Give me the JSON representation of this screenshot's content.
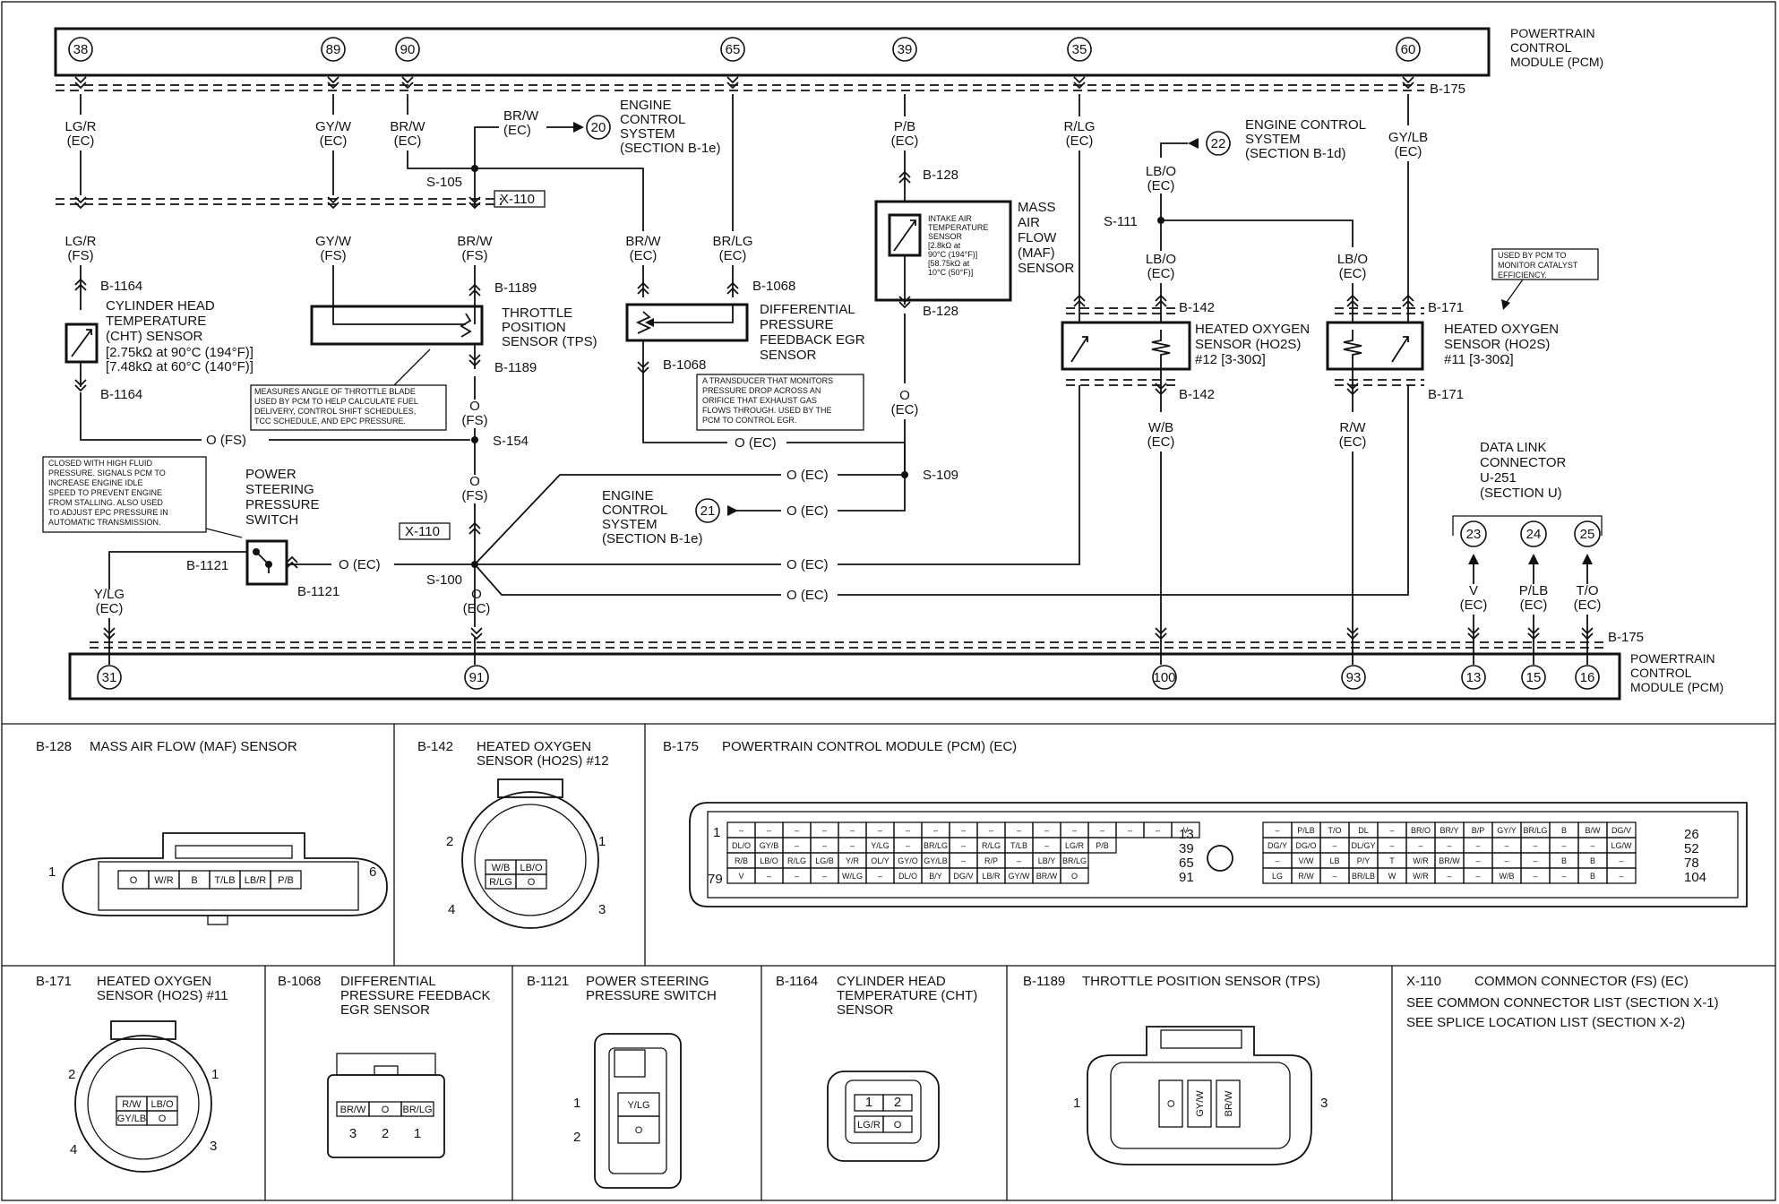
{
  "pcm_top": {
    "label": "POWERTRAIN CONTROL MODULE (PCM)",
    "pins": [
      "38",
      "89",
      "90",
      "65",
      "39",
      "35",
      "60"
    ],
    "connector": "B-175"
  },
  "pcm_bottom": {
    "label": "POWERTRAIN CONTROL MODULE (PCM)",
    "pins": [
      "31",
      "91",
      "100",
      "93",
      "13",
      "15",
      "16"
    ],
    "connector": "B-175"
  },
  "wires": {
    "lg_r_ec": "LG/R (EC)",
    "lg_r_fs": "LG/R (FS)",
    "gy_w_ec": "GY/W (EC)",
    "gy_w_fs": "GY/W (FS)",
    "br_w_ec": "BR/W (EC)",
    "br_w_fs": "BR/W (FS)",
    "br_w_ec2": "BR/W (EC)",
    "br_w_ec3": "BR/W (EC)",
    "br_lg_ec": "BR/LG (EC)",
    "p_b_ec": "P/B (EC)",
    "r_lg_ec": "R/LG (EC)",
    "gy_lb_ec": "GY/LB (EC)",
    "lb_o_ec1": "LB/O (EC)",
    "lb_o_ec2": "LB/O (EC)",
    "lb_o_ec3": "LB/O (EC)",
    "w_b_ec": "W/B (EC)",
    "r_w_ec": "R/W (EC)",
    "o_fs1": "O (FS)",
    "o_fs2": "O (FS)",
    "o_fs3": "O (FS)",
    "o_ec_egr": "O (EC)",
    "o_ec_1": "O (EC)",
    "o_ec_2": "O (EC)",
    "o_ec_3": "O (EC)",
    "o_ec_4": "O (EC)",
    "o_ec_psps": "O (EC)",
    "o_ec_maf": "O (EC)",
    "o_ec_bot": "O (EC)",
    "y_lg_ec": "Y/LG (EC)",
    "v_ec": "V (EC)",
    "p_lb_ec": "P/LB (EC)",
    "t_o_ec": "T/O (EC)"
  },
  "splices": {
    "s105": "S-105",
    "s111": "S-111",
    "s154": "S-154",
    "s109": "S-109",
    "s100": "S-100"
  },
  "connectors": {
    "x110a": "X-110",
    "x110b": "X-110",
    "b128a": "B-128",
    "b128b": "B-128",
    "b1164a": "B-1164",
    "b1164b": "B-1164",
    "b1189a": "B-1189",
    "b1189b": "B-1189",
    "b1068a": "B-1068",
    "b1068b": "B-1068",
    "b142a": "B-142",
    "b142b": "B-142",
    "b171a": "B-171",
    "b171b": "B-171",
    "b1121a": "B-1121",
    "b1121b": "B-1121"
  },
  "references": {
    "r20": {
      "num": "20",
      "text": [
        "ENGINE",
        "CONTROL",
        "SYSTEM",
        "(SECTION B-1e)"
      ]
    },
    "r22": {
      "num": "22",
      "text": [
        "ENGINE CONTROL",
        "SYSTEM",
        "(SECTION B-1d)"
      ]
    },
    "r21": {
      "num": "21",
      "text": [
        "ENGINE",
        "CONTROL",
        "SYSTEM",
        "(SECTION B-1e)"
      ]
    }
  },
  "components": {
    "cht": [
      "CYLINDER HEAD",
      "TEMPERATURE",
      "(CHT) SENSOR",
      "[2.75kΩ at 90°C (194°F)]",
      "[7.48kΩ at 60°C (140°F)]"
    ],
    "tps": [
      "THROTTLE",
      "POSITION",
      "SENSOR (TPS)"
    ],
    "egr": [
      "DIFFERENTIAL",
      "PRESSURE",
      "FEEDBACK EGR",
      "SENSOR"
    ],
    "maf": [
      "MASS",
      "AIR",
      "FLOW",
      "(MAF)",
      "SENSOR"
    ],
    "iat": [
      "INTAKE AIR",
      "TEMPERATURE",
      "SENSOR",
      "[2.8kΩ at",
      "90°C (194°F)]",
      "[58.75kΩ at",
      "10°C (50°F)]"
    ],
    "ho2s12": [
      "HEATED OXYGEN",
      "SENSOR (HO2S)",
      "#12 [3-30Ω]"
    ],
    "ho2s11": [
      "HEATED OXYGEN",
      "SENSOR (HO2S)",
      "#11 [3-30Ω]"
    ],
    "psps": [
      "POWER",
      "STEERING",
      "PRESSURE",
      "SWITCH"
    ],
    "dlc": [
      "DATA LINK",
      "CONNECTOR",
      "U-251",
      "(SECTION U)"
    ],
    "dlc_pins": [
      "23",
      "24",
      "25"
    ]
  },
  "notes": {
    "tps": [
      "MEASURES ANGLE OF THROTTLE BLADE",
      "USED BY PCM TO HELP CALCULATE FUEL",
      "DELIVERY, CONTROL SHIFT SCHEDULES,",
      "TCC SCHEDULE, AND EPC PRESSURE."
    ],
    "egr": [
      "A TRANSDUCER THAT MONITORS",
      "PRESSURE DROP ACROSS AN",
      "ORIFICE THAT EXHAUST GAS",
      "FLOWS THROUGH. USED BY THE",
      "PCM TO CONTROL EGR."
    ],
    "ho2s11": [
      "USED BY PCM TO",
      "MONITOR CATALYST",
      "EFFICIENCY."
    ],
    "psps": [
      "CLOSED WITH HIGH FLUID",
      "PRESSURE. SIGNALS PCM TO",
      "INCREASE ENGINE IDLE",
      "SPEED TO PREVENT ENGINE",
      "FROM STALLING. ALSO USED",
      "TO ADJUST EPC PRESSURE IN",
      "AUTOMATIC TRANSMISSION."
    ]
  },
  "panels": {
    "b128": {
      "id": "B-128",
      "title": "MASS AIR FLOW (MAF) SENSOR",
      "pins": [
        "O",
        "W/R",
        "B",
        "T/LB",
        "LB/R",
        "P/B"
      ],
      "left": "1",
      "right": "6"
    },
    "b142": {
      "id": "B-142",
      "title": [
        "HEATED OXYGEN",
        "SENSOR (HO2S) #12"
      ],
      "cells": [
        "W/B",
        "LB/O",
        "R/LG",
        "O"
      ],
      "nums": [
        "2",
        "1",
        "4",
        "3"
      ]
    },
    "b175": {
      "id": "B-175",
      "title": "POWERTRAIN CONTROL MODULE (PCM) (EC)",
      "left_rows": [
        [
          "–",
          "–",
          "–",
          "–",
          "–",
          "–",
          "–",
          "–",
          "–",
          "–",
          "–",
          "–",
          "–",
          "–",
          "–",
          "–",
          "V"
        ],
        [
          "DL/O",
          "GY/B",
          "–",
          "–",
          "–",
          "Y/LG",
          "–",
          "BR/LG",
          "–",
          "R/LG",
          "T/LB",
          "–",
          "LG/R",
          "P/B"
        ],
        [
          "R/B",
          "LB/O",
          "R/LG",
          "LG/B",
          "Y/R",
          "OL/Y",
          "GY/O",
          "GY/LB",
          "–",
          "R/P",
          "–",
          "LB/Y",
          "BR/LG"
        ],
        [
          "V",
          "–",
          "–",
          "–",
          "W/LG",
          "–",
          "DL/O",
          "B/Y",
          "DG/V",
          "LB/R",
          "GY/W",
          "BR/W",
          "O"
        ]
      ],
      "right_rows": [
        [
          "–",
          "P/LB",
          "T/O",
          "DL",
          "–",
          "BR/O",
          "BR/Y",
          "B/P",
          "GY/Y",
          "BR/LG",
          "B",
          "B/W",
          "DG/V"
        ],
        [
          "DG/Y",
          "DG/O",
          "–",
          "DL/GY",
          "–",
          "–",
          "–",
          "–",
          "–",
          "–",
          "–",
          "–",
          "LG/W"
        ],
        [
          "–",
          "V/W",
          "LB",
          "P/Y",
          "T",
          "W/R",
          "BR/W",
          "–",
          "–",
          "–",
          "B",
          "B",
          "–"
        ],
        [
          "LG",
          "R/W",
          "–",
          "BR/LB",
          "W",
          "W/R",
          "–",
          "–",
          "W/B",
          "–",
          "–",
          "B",
          "–"
        ]
      ],
      "left_nums": [
        "1",
        "79"
      ],
      "mid_nums": [
        "13",
        "39",
        "65",
        "91"
      ],
      "right_nums": [
        "26",
        "52",
        "78",
        "104"
      ]
    },
    "b171": {
      "id": "B-171",
      "title": [
        "HEATED OXYGEN",
        "SENSOR (HO2S) #11"
      ],
      "cells": [
        "R/W",
        "LB/O",
        "GY/LB",
        "O"
      ],
      "nums": [
        "2",
        "1",
        "4",
        "3"
      ]
    },
    "b1068": {
      "id": "B-1068",
      "title": [
        "DIFFERENTIAL",
        "PRESSURE FEEDBACK",
        "EGR SENSOR"
      ],
      "cells": [
        "BR/W",
        "O",
        "BR/LG"
      ],
      "nums": [
        "3",
        "2",
        "1"
      ]
    },
    "b1121": {
      "id": "B-1121",
      "title": [
        "POWER STEERING",
        "PRESSURE SWITCH"
      ],
      "cells": [
        "Y/LG",
        "O"
      ],
      "nums": [
        "1",
        "2"
      ]
    },
    "b1164": {
      "id": "B-1164",
      "title": [
        "CYLINDER HEAD",
        "TEMPERATURE (CHT)",
        "SENSOR"
      ],
      "cells": [
        "1",
        "2",
        "LG/R",
        "O"
      ]
    },
    "b1189": {
      "id": "B-1189",
      "title": "THROTTLE POSITION SENSOR (TPS)",
      "cells": [
        "O",
        "GY/W",
        "BR/W"
      ],
      "nums": [
        "1",
        "3"
      ]
    },
    "x110": {
      "id": "X-110",
      "title": "COMMON CONNECTOR (FS) (EC)",
      "lines": [
        "SEE COMMON CONNECTOR LIST (SECTION X-1)",
        "SEE SPLICE LOCATION LIST (SECTION X-2)"
      ]
    }
  }
}
